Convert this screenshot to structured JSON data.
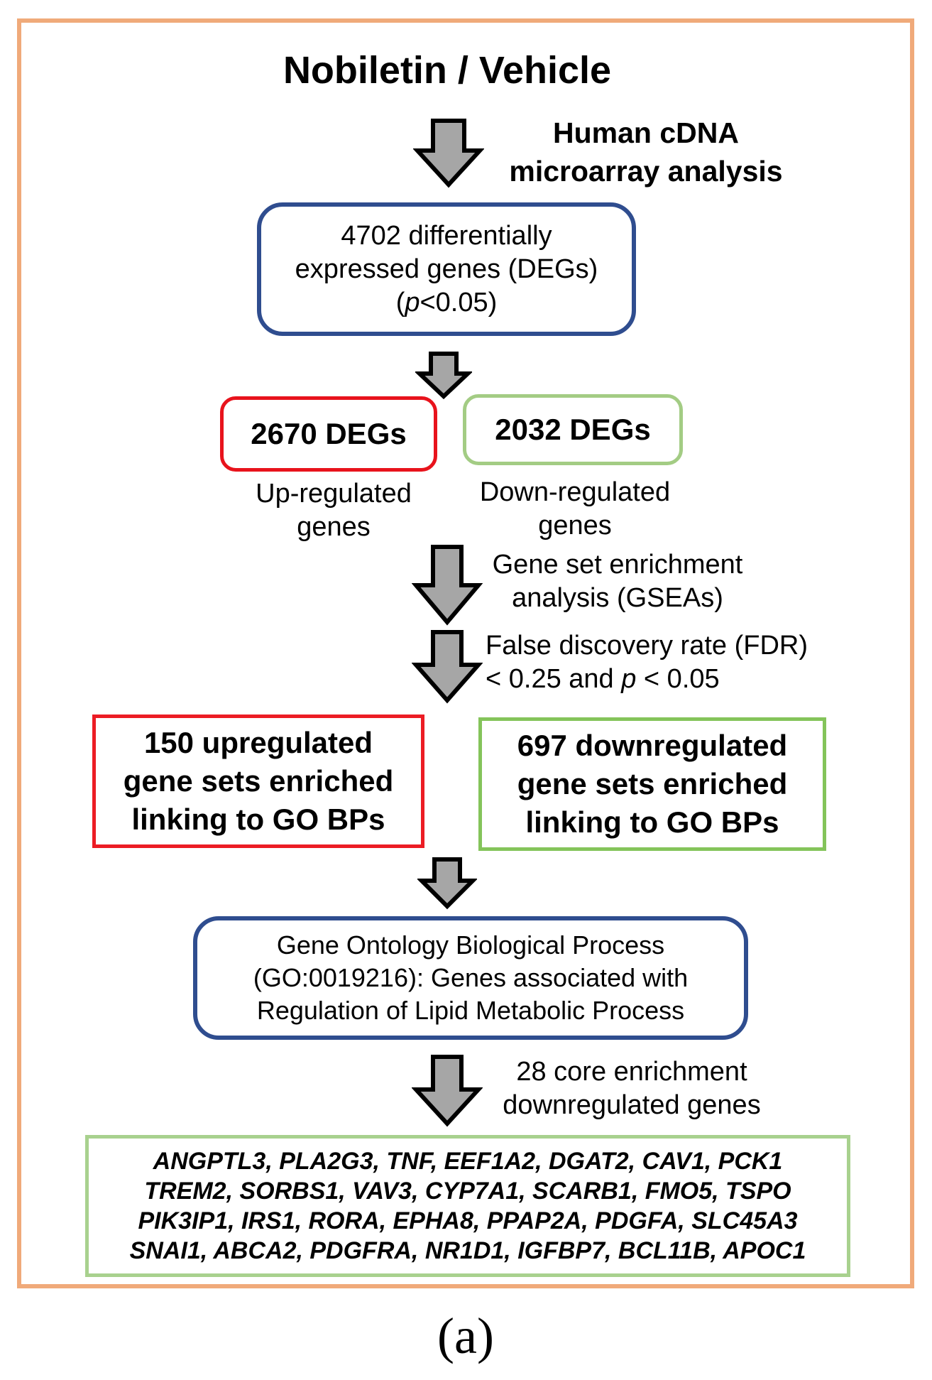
{
  "title": "Nobiletin / Vehicle",
  "step1": {
    "line1": "Human cDNA",
    "line2": "microarray analysis"
  },
  "degs_box": {
    "line1": "4702 differentially",
    "line2": "expressed genes (DEGs)",
    "line3_open": "(",
    "line3_p": "p",
    "line3_rest": "<0.05)"
  },
  "up_box": {
    "label": "2670 DEGs",
    "caption_line1": "Up-regulated",
    "caption_line2": "genes"
  },
  "down_box": {
    "label": "2032 DEGs",
    "caption_line1": "Down-regulated",
    "caption_line2": "genes"
  },
  "step2": {
    "line1": "Gene set enrichment",
    "line2": "analysis (GSEAs)"
  },
  "step3": {
    "line1": "False discovery rate (FDR)",
    "line2_start": "< 0.25 and ",
    "line2_p": "p",
    "line2_end": " < 0.05"
  },
  "up_sets": {
    "line1": "150 upregulated",
    "line2": "gene sets enriched",
    "line3": "linking to GO BPs"
  },
  "down_sets": {
    "line1": "697 downregulated",
    "line2": "gene sets enriched",
    "line3": "linking to GO BPs"
  },
  "go_box": {
    "line1": "Gene Ontology Biological Process",
    "line2": "(GO:0019216): Genes associated with",
    "line3": "Regulation of Lipid Metabolic Process"
  },
  "step4": {
    "line1": "28 core enrichment",
    "line2": "downregulated genes"
  },
  "genes": {
    "line1": "ANGPTL3, PLA2G3, TNF, EEF1A2, DGAT2, CAV1, PCK1",
    "line2": "TREM2, SORBS1, VAV3, CYP7A1, SCARB1, FMO5, TSPO",
    "line3": "PIK3IP1, IRS1, RORA, EPHA8, PPAP2A, PDGFA, SLC45A3",
    "line4": "SNAI1, ABCA2, PDGFRA, NR1D1, IGFBP7, BCL11B, APOC1"
  },
  "panel_label": "(a)",
  "colors": {
    "frame": "#f0aa7a",
    "blue_border": "#2f4d8f",
    "red_border": "#e8131c",
    "green_border": "#84c45a",
    "arrow_fill": "#a6a6a6"
  },
  "icons": {
    "flow_arrow": "down-arrow-icon"
  }
}
